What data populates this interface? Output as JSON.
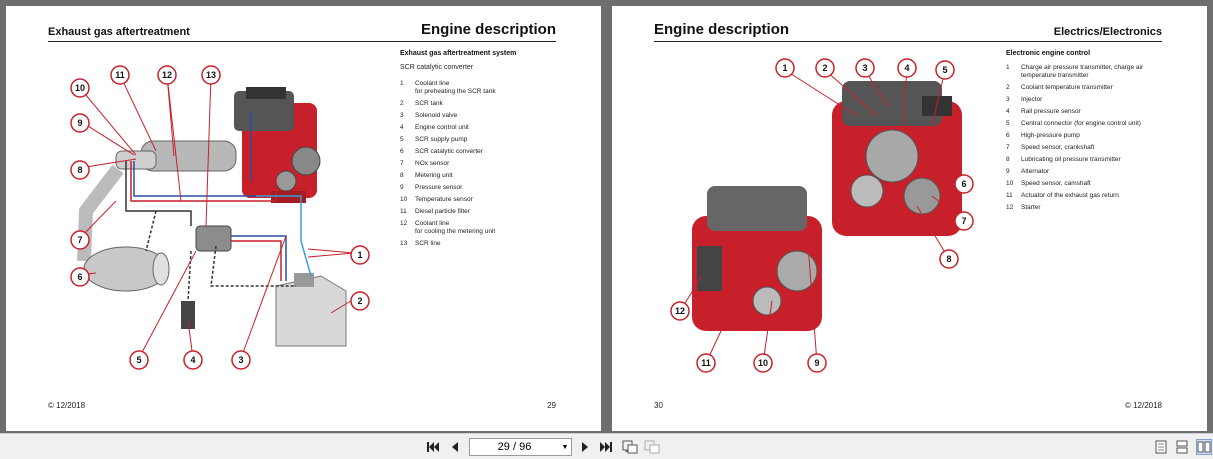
{
  "left_page": {
    "header_left": "Exhaust gas aftertreatment",
    "header_right": "Engine description",
    "section_title": "Exhaust gas aftertreatment system",
    "subtitle": "SCR catalytic converter",
    "legend": [
      {
        "num": "1",
        "text": "Coolant line\nfor preheating the SCR tank"
      },
      {
        "num": "2",
        "text": "SCR tank"
      },
      {
        "num": "3",
        "text": "Solenoid valve"
      },
      {
        "num": "4",
        "text": "Engine control unit"
      },
      {
        "num": "5",
        "text": "SCR supply pump"
      },
      {
        "num": "6",
        "text": "SCR catalytic converter"
      },
      {
        "num": "7",
        "text": "NOx sensor"
      },
      {
        "num": "8",
        "text": "Metering unit"
      },
      {
        "num": "9",
        "text": "Pressure sensor"
      },
      {
        "num": "10",
        "text": "Temperature sensor"
      },
      {
        "num": "11",
        "text": "Diesel particle filter"
      },
      {
        "num": "12",
        "text": "Coolant line\nfor cooling the metering unit"
      },
      {
        "num": "13",
        "text": "SCR line"
      }
    ],
    "callouts": [
      "1",
      "2",
      "3",
      "4",
      "5",
      "6",
      "7",
      "8",
      "9",
      "10",
      "11",
      "12",
      "13"
    ],
    "footer_left": "© 12/2018",
    "footer_right": "29"
  },
  "right_page": {
    "header_left": "Engine description",
    "header_right": "Electrics/Electronics",
    "section_title": "Electronic engine control",
    "legend": [
      {
        "num": "1",
        "text": "Charge air pressure transmitter, charge air\ntemperature transmitter"
      },
      {
        "num": "2",
        "text": "Coolant temperature transmitter"
      },
      {
        "num": "3",
        "text": "Injector"
      },
      {
        "num": "4",
        "text": "Rail pressure sensor"
      },
      {
        "num": "5",
        "text": "Central connector (for engine control unit)"
      },
      {
        "num": "6",
        "text": "High-pressure pump"
      },
      {
        "num": "7",
        "text": "Speed sensor, crankshaft"
      },
      {
        "num": "8",
        "text": "Lubricating oil pressure transmitter"
      },
      {
        "num": "9",
        "text": "Alternator"
      },
      {
        "num": "10",
        "text": "Speed sensor, camshaft"
      },
      {
        "num": "11",
        "text": "Actuator of the exhaust gas return"
      },
      {
        "num": "12",
        "text": "Starter"
      }
    ],
    "footer_left": "30",
    "footer_right": "© 12/2018"
  },
  "toolbar": {
    "page_indicator": "29 / 96",
    "first_icon": "first-page-icon",
    "prev_icon": "previous-page-icon",
    "next_icon": "next-page-icon",
    "last_icon": "last-page-icon",
    "accent_red": "#c8202a"
  }
}
